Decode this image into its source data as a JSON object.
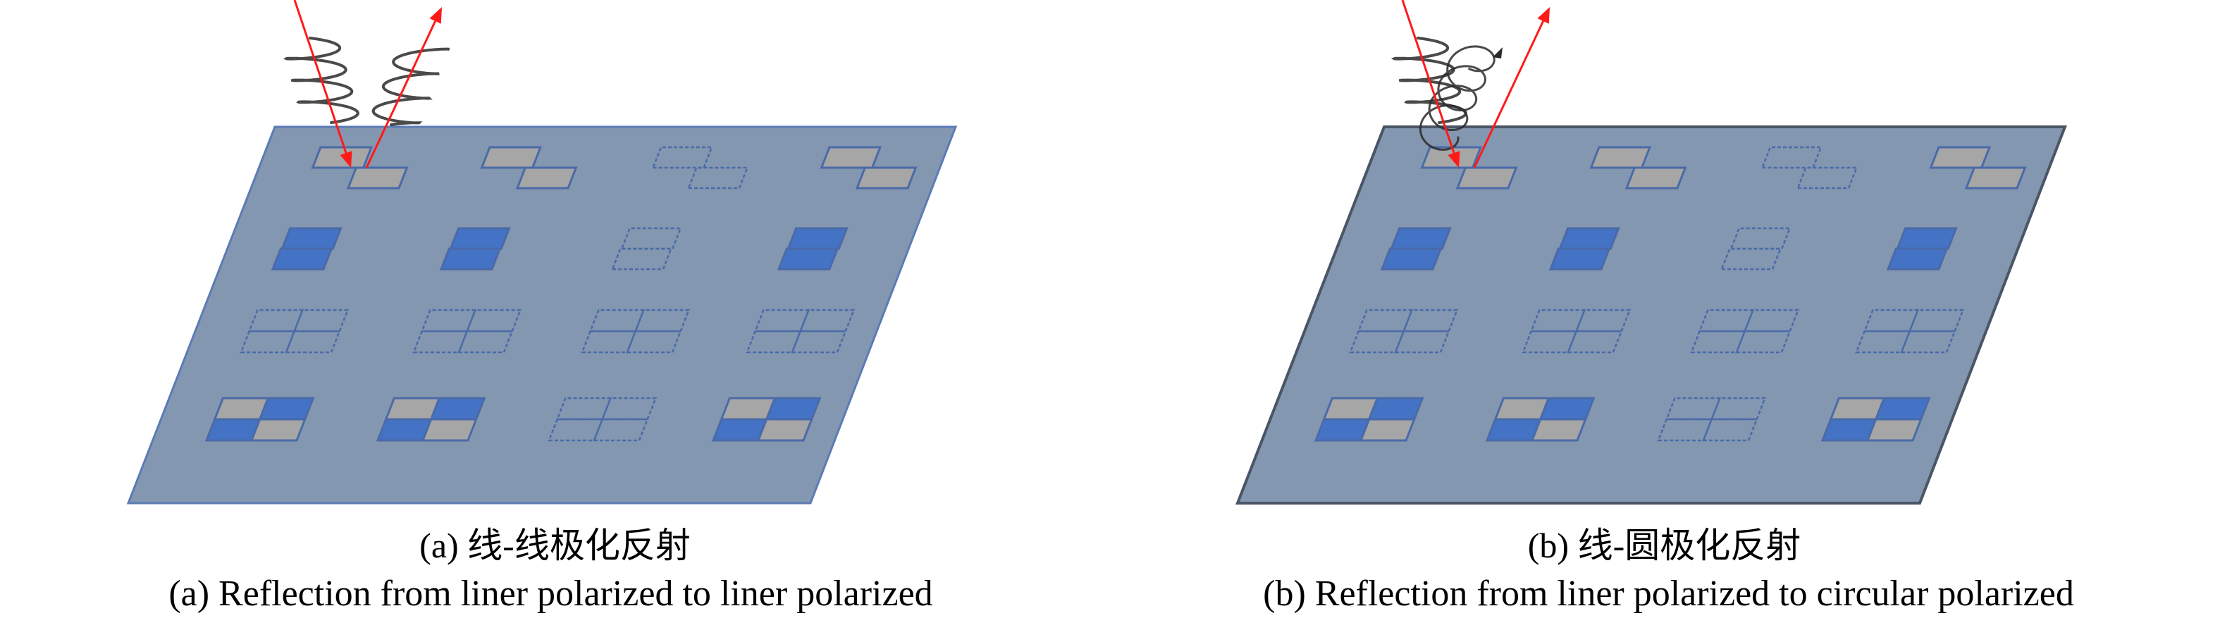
{
  "colors": {
    "plate_fill": "#8497B0",
    "plate_edge_a": "#5B7BB5",
    "plate_edge_b": "#4A5566",
    "gray_cell": "#A6A6A6",
    "blue_cell": "#4472C4",
    "cell_outline": "#4A6AA8",
    "arrow": "#FF1A1A",
    "wave": "#2A2A2A"
  },
  "legend_of_cells": {
    "G": "gray (metal) unit cell",
    "B": "blue unit cell",
    "E": "empty dashed unit cell"
  },
  "panels": [
    {
      "id": "a",
      "caption_cn": "(a) 线-线极化反射",
      "caption_en": "(a) Reflection from liner polarized to liner polarized",
      "incident_wave": "linear",
      "reflected_wave": "linear",
      "rows": [
        {
          "shape": "stair-down",
          "cells": [
            [
              "G",
              "G"
            ],
            [
              "G",
              "G"
            ],
            [
              "E",
              "E"
            ],
            [
              "G",
              "G"
            ]
          ]
        },
        {
          "shape": "stair-up",
          "cells": [
            [
              "B",
              "B"
            ],
            [
              "B",
              "B"
            ],
            [
              "E",
              "E"
            ],
            [
              "B",
              "B"
            ]
          ]
        },
        {
          "shape": "grid2x2",
          "cells": [
            [
              "E",
              "E",
              "E",
              "E"
            ],
            [
              "E",
              "E",
              "E",
              "E"
            ],
            [
              "E",
              "E",
              "E",
              "E"
            ],
            [
              "E",
              "E",
              "E",
              "E"
            ]
          ]
        },
        {
          "shape": "grid2x2",
          "cells": [
            [
              "G",
              "B",
              "B",
              "G"
            ],
            [
              "G",
              "B",
              "B",
              "G"
            ],
            [
              "E",
              "E",
              "E",
              "E"
            ],
            [
              "G",
              "B",
              "B",
              "G"
            ]
          ]
        }
      ]
    },
    {
      "id": "b",
      "caption_cn": "(b) 线-圆极化反射",
      "caption_en": "(b) Reflection from liner polarized to circular polarized",
      "incident_wave": "linear",
      "reflected_wave": "circular",
      "rows": [
        {
          "shape": "stair-down",
          "cells": [
            [
              "G",
              "G"
            ],
            [
              "G",
              "G"
            ],
            [
              "E",
              "E"
            ],
            [
              "G",
              "G"
            ]
          ]
        },
        {
          "shape": "stair-up",
          "cells": [
            [
              "B",
              "B"
            ],
            [
              "B",
              "B"
            ],
            [
              "E",
              "E"
            ],
            [
              "B",
              "B"
            ]
          ]
        },
        {
          "shape": "grid2x2",
          "cells": [
            [
              "E",
              "E",
              "E",
              "E"
            ],
            [
              "E",
              "E",
              "E",
              "E"
            ],
            [
              "E",
              "E",
              "E",
              "E"
            ],
            [
              "E",
              "E",
              "E",
              "E"
            ]
          ]
        },
        {
          "shape": "grid2x2",
          "cells": [
            [
              "G",
              "B",
              "B",
              "G"
            ],
            [
              "G",
              "B",
              "B",
              "G"
            ],
            [
              "E",
              "E",
              "E",
              "E"
            ],
            [
              "G",
              "B",
              "B",
              "G"
            ]
          ]
        }
      ]
    }
  ]
}
